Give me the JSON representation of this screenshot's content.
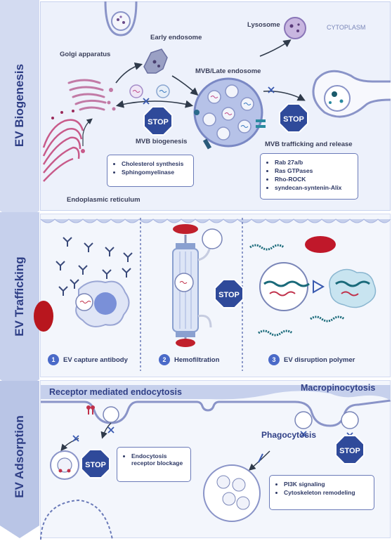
{
  "sections": {
    "biogenesis": "EV Biogenesis",
    "trafficking": "EV Trafficking",
    "adsorption": "EV Adsorption"
  },
  "biogenesis": {
    "cytoplasm": "CYTOPLASM",
    "lysosome": "Lysosome",
    "early_endosome": "Early endosome",
    "golgi": "Golgi apparatus",
    "mvb_late": "MVB/Late endosome",
    "mvb_biogenesis": "MVB biogenesis",
    "mvb_trafficking": "MVB trafficking and release",
    "er": "Endoplasmic reticulum",
    "stop": "STOP",
    "left_box": [
      "Cholesterol synthesis",
      "Sphingomyelinase"
    ],
    "right_box": [
      "Rab 27a/b",
      "Ras GTPases",
      "Rho-ROCK",
      "syndecan-syntenin-Alix"
    ]
  },
  "trafficking": {
    "items": [
      {
        "num": "1",
        "label": "EV capture antibody"
      },
      {
        "num": "2",
        "label": "Hemofiltration"
      },
      {
        "num": "3",
        "label": "EV disruption polymer"
      }
    ],
    "stop": "STOP"
  },
  "adsorption": {
    "receptor": "Receptor mediated endocytosis",
    "macro": "Macropinocytosis",
    "phago": "Phagocytosis",
    "stop": "STOP",
    "left_box": [
      "Endocytosis receptor blockage"
    ],
    "right_box": [
      "PI3K signaling",
      "Cytoskeleton remodeling"
    ]
  },
  "colors": {
    "panel_bg": "#eef2fb",
    "side_bg": "#c9d3ee",
    "stop_red": "#c0152a",
    "label_blue": "#2f3f86"
  }
}
